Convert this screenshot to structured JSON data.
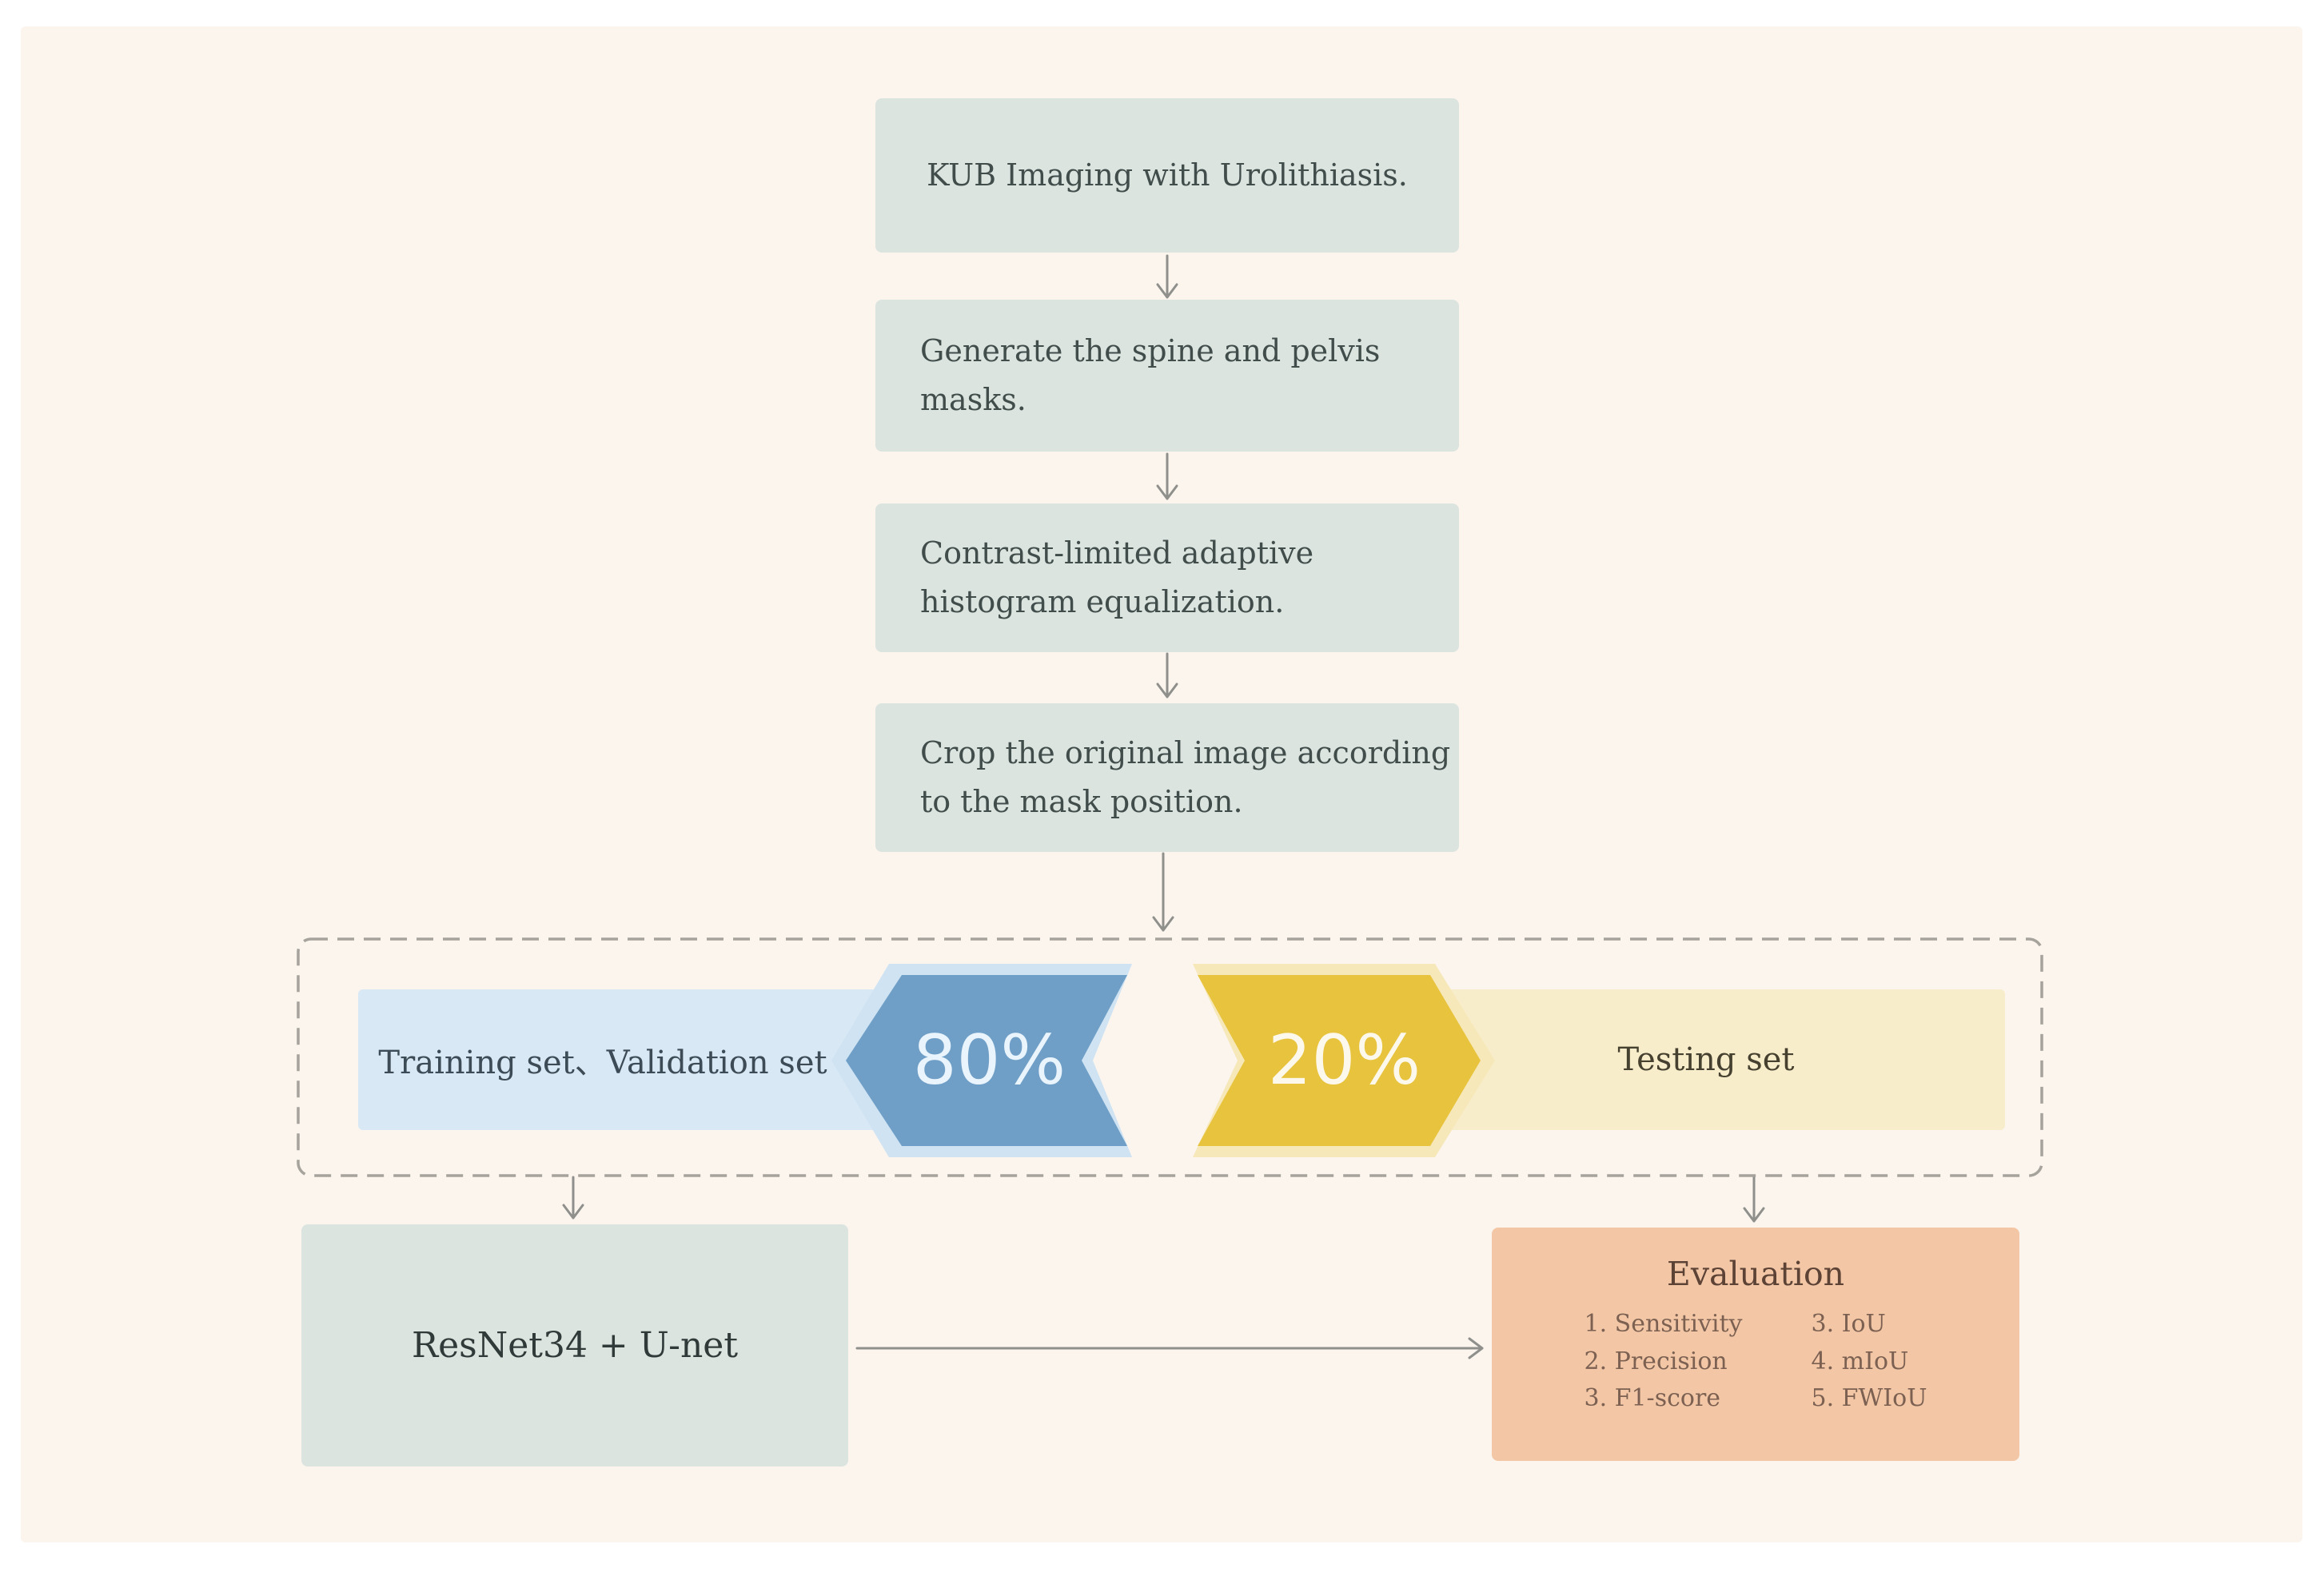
{
  "flow": {
    "steps": [
      {
        "lines": [
          "KUB Imaging with Urolithiasis."
        ]
      },
      {
        "lines": [
          "Generate the spine and pelvis",
          "masks."
        ]
      },
      {
        "lines": [
          "Contrast-limited adaptive",
          "histogram equalization."
        ]
      },
      {
        "lines": [
          "Crop the original image according",
          "to the mask position."
        ]
      }
    ]
  },
  "split": {
    "training_label": "Training set、Validation set",
    "training_percent": "80%",
    "testing_percent": "20%",
    "testing_label": "Testing set"
  },
  "model": {
    "label": "ResNet34 + U-net"
  },
  "evaluation": {
    "title": "Evaluation",
    "metrics_left": [
      "1. Sensitivity",
      "2. Precision",
      "3. F1-score"
    ],
    "metrics_right": [
      "3. IoU",
      "4. mIoU",
      "5. FWIoU"
    ]
  },
  "colors": {
    "background": "#fbf5ee",
    "process_box": "#dce4e0",
    "training_bar": "#d8e8f5",
    "training_chevron": "#6f9fc7",
    "testing_bar": "#f8edca",
    "testing_chevron": "#e8c33e",
    "evaluation_box": "#f3c7a6",
    "arrow": "#8f8f8c",
    "dashed_border": "#a6a29c"
  }
}
